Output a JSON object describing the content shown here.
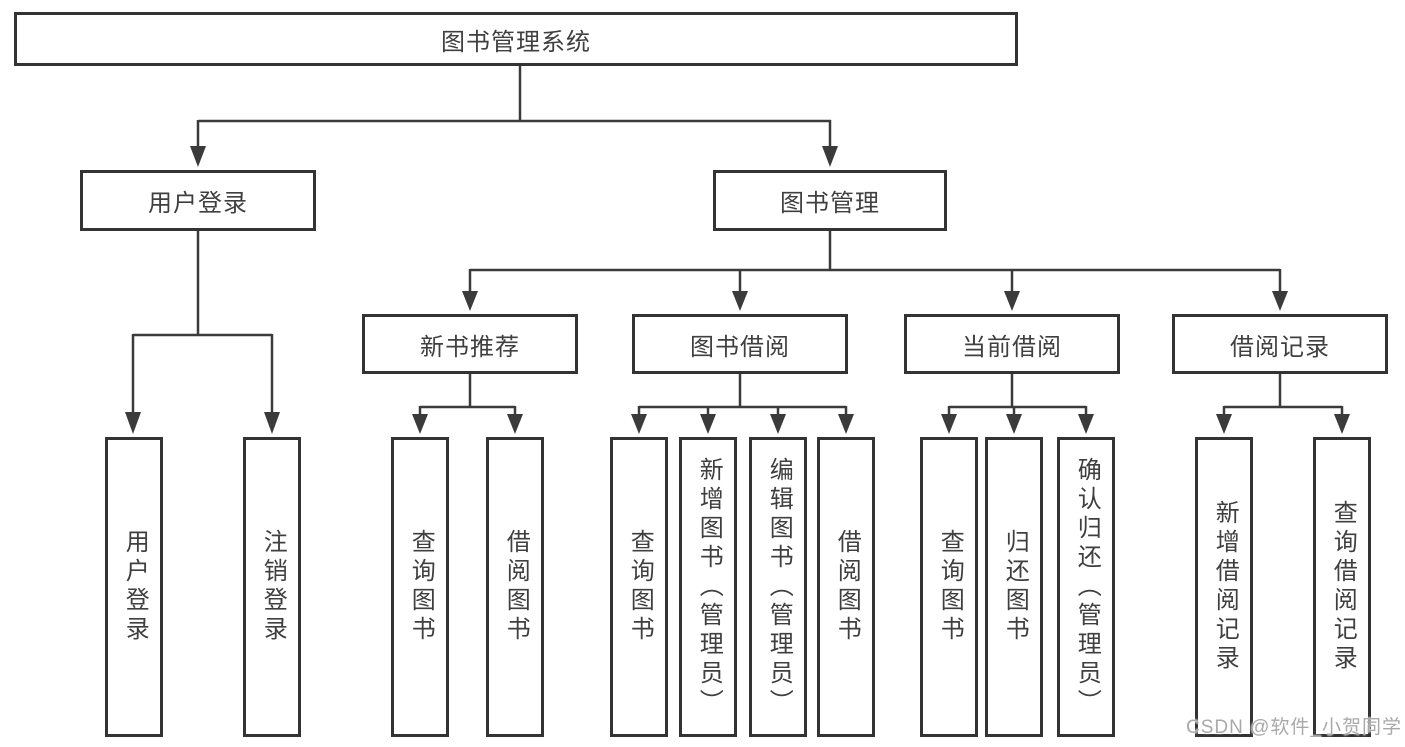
{
  "root": {
    "label": "图书管理系统"
  },
  "user_login_branch": {
    "label": "用户登录",
    "children": [
      "用户登录",
      "注销登录"
    ]
  },
  "book_mgmt_branch": {
    "label": "图书管理",
    "sections": [
      {
        "label": "新书推荐",
        "children": [
          "查询图书",
          "借阅图书"
        ]
      },
      {
        "label": "图书借阅",
        "children": [
          "查询图书",
          "新增图书（管理员）",
          "编辑图书（管理员）",
          "借阅图书"
        ]
      },
      {
        "label": "当前借阅",
        "children": [
          "查询图书",
          "归还图书",
          "确认归还（管理员）"
        ]
      },
      {
        "label": "借阅记录",
        "children": [
          "新增借阅记录",
          "查询借阅记录"
        ]
      }
    ]
  },
  "watermark": "CSDN @软件_小贺同学",
  "colors": {
    "line": "#3b3b3b",
    "box_border": "#333333",
    "text": "#3f3f3f",
    "watermark": "#a9a9a9",
    "background": "#ffffff"
  }
}
